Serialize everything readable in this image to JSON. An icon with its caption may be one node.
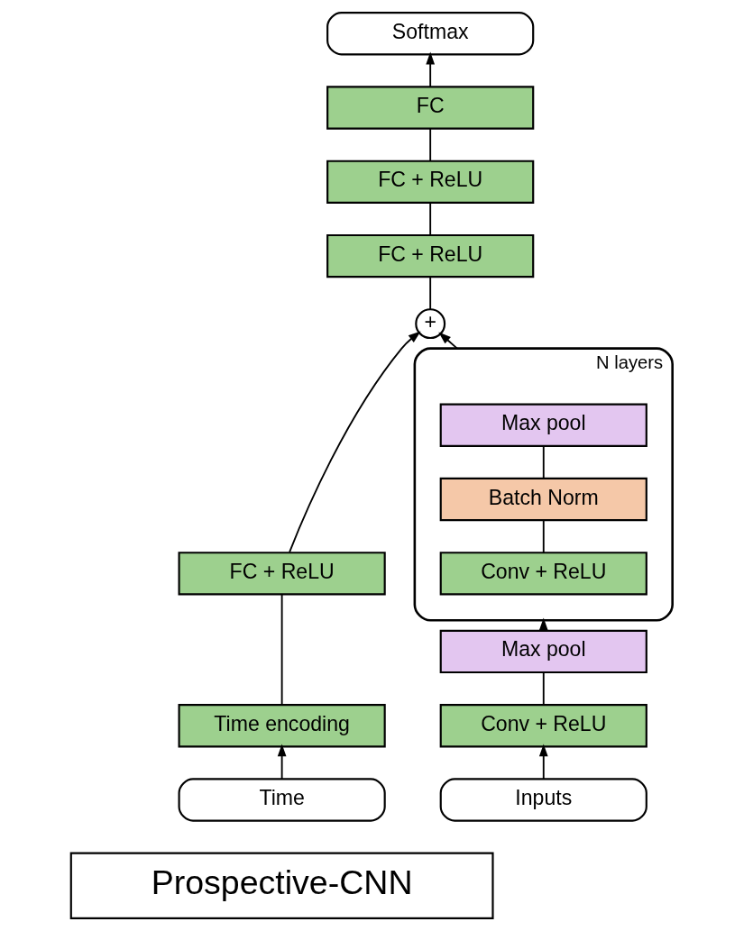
{
  "diagram": {
    "nodes": [
      {
        "text": [
          "Softmax"
        ]
      },
      {
        "text": [
          "FC"
        ]
      },
      {
        "text": [
          "FC + ReLU"
        ]
      },
      {
        "text": [
          "FC + ReLU"
        ]
      },
      {
        "text": [
          "+"
        ]
      },
      {
        "text": [],
        "shape": "box",
        "beside": [
          "N layers"
        ]
      },
      {
        "text": [
          "Max pool"
        ],
        "in": 5
      },
      {
        "text": [
          "Batch Norm"
        ],
        "in": 5
      },
      {
        "text": [
          "Conv + ReLU"
        ],
        "in": 5
      },
      {
        "text": [
          "FC + ReLU"
        ]
      },
      {
        "text": [
          "Time encoding"
        ]
      },
      {
        "text": [
          "Time"
        ]
      },
      {
        "text": [
          "Max pool"
        ]
      },
      {
        "text": [
          "Conv + ReLU"
        ]
      },
      {
        "text": [
          "Inputs"
        ]
      },
      {
        "text": [
          "Prospective-CNN"
        ]
      }
    ],
    "edges": [
      {
        "from": 1,
        "to": 0,
        "arrow": "to"
      },
      {
        "from": 2,
        "to": 1,
        "arrow": "none"
      },
      {
        "from": 3,
        "to": 2,
        "arrow": "none"
      },
      {
        "from": 4,
        "to": 3,
        "arrow": "none"
      },
      {
        "from": 9,
        "to": 4,
        "arrow": "to"
      },
      {
        "from": 5,
        "to": 4,
        "arrow": "to"
      },
      {
        "from": 7,
        "to": 6,
        "arrow": "none"
      },
      {
        "from": 8,
        "to": 7,
        "arrow": "none"
      },
      {
        "from": 12,
        "to": 5,
        "arrow": "to"
      },
      {
        "from": 13,
        "to": 12,
        "arrow": "none"
      },
      {
        "from": 14,
        "to": 13,
        "arrow": "to"
      },
      {
        "from": 10,
        "to": 9,
        "arrow": "none"
      },
      {
        "from": 11,
        "to": 10,
        "arrow": "to"
      }
    ]
  }
}
